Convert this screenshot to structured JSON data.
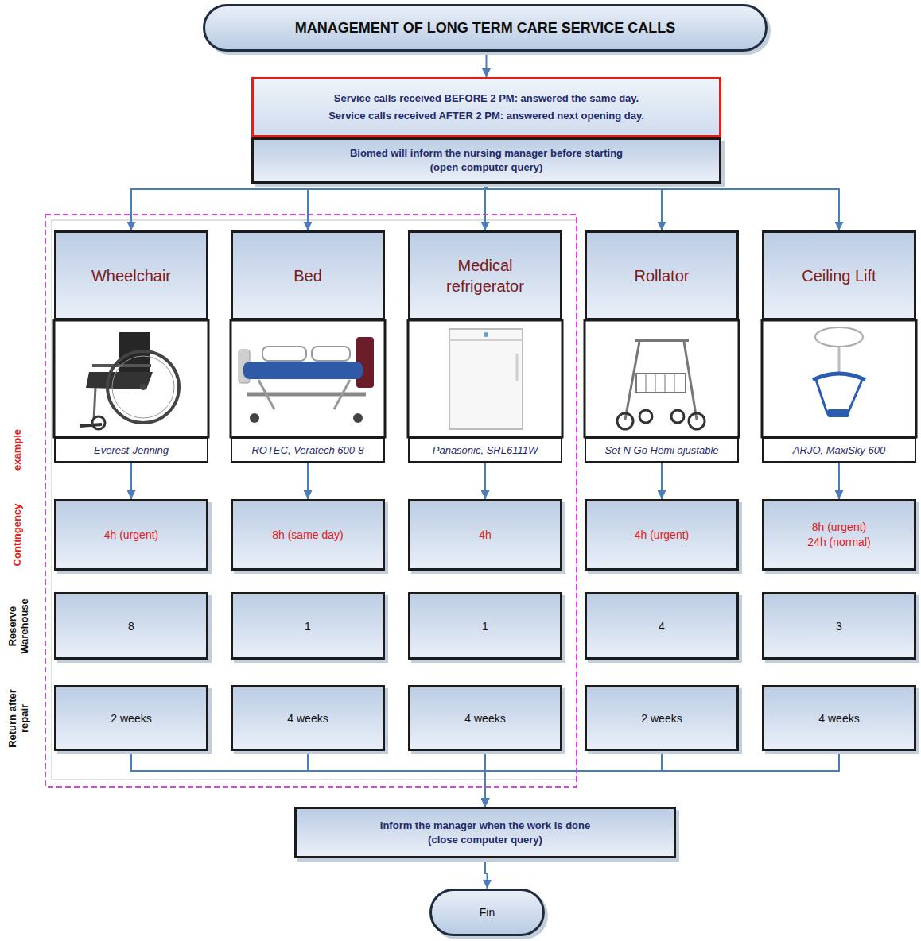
{
  "diagram": {
    "nodes": [
      {
        "text": [
          "MANAGEMENT OF LONG TERM CARE SERVICE CALLS"
        ]
      },
      {
        "text": [
          "Service calls received BEFORE 2 PM: answered the same day.",
          "Service calls received AFTER 2 PM: answered next opening day."
        ]
      },
      {
        "text": [
          "Biomed will inform the nursing manager before starting (open computer query)"
        ]
      },
      {
        "text": [
          "Wheelchair"
        ]
      },
      {
        "text": [
          "Bed"
        ]
      },
      {
        "text": [
          "Medical refrigerator"
        ]
      },
      {
        "text": [
          "Rollator"
        ]
      },
      {
        "text": [
          "Ceiling Lift"
        ]
      },
      {
        "text": [
          "Everest-Jenning"
        ]
      },
      {
        "text": [
          "ROTEC, Veratech 600-8"
        ]
      },
      {
        "text": [
          "Panasonic, SRL6111W"
        ]
      },
      {
        "text": [
          "Set N Go Hemi ajustable"
        ]
      },
      {
        "text": [
          "ARJO, MaxiSky 600"
        ]
      },
      {
        "text": [
          "4h (urgent)"
        ]
      },
      {
        "text": [
          "8h (same day)"
        ]
      },
      {
        "text": [
          "4h"
        ]
      },
      {
        "text": [
          "4h (urgent)"
        ]
      },
      {
        "text": [
          "8h (urgent) 24h (normal)"
        ]
      },
      {
        "text": [
          "8"
        ]
      },
      {
        "text": [
          "1"
        ]
      },
      {
        "text": [
          "1"
        ]
      },
      {
        "text": [
          "4"
        ]
      },
      {
        "text": [
          "3"
        ]
      },
      {
        "text": [
          "2 weeks"
        ]
      },
      {
        "text": [
          "4 weeks"
        ]
      },
      {
        "text": [
          "4 weeks"
        ]
      },
      {
        "text": [
          "2 weeks"
        ]
      },
      {
        "text": [
          "4 weeks"
        ]
      },
      {
        "text": [
          "Inform the manager when the work is done (close computer query)"
        ]
      },
      {
        "text": [
          "Fin"
        ]
      }
    ],
    "edges": [
      {
        "from": 0,
        "to": 1,
        "arrow": "to"
      },
      {
        "from": 2,
        "to": 3,
        "arrow": "to"
      },
      {
        "from": 2,
        "to": 4,
        "arrow": "to"
      },
      {
        "from": 2,
        "to": 5,
        "arrow": "to"
      },
      {
        "from": 2,
        "to": 6,
        "arrow": "to"
      },
      {
        "from": 2,
        "to": 7,
        "arrow": "to"
      },
      {
        "from": 8,
        "to": 13,
        "arrow": "to"
      },
      {
        "from": 9,
        "to": 14,
        "arrow": "to"
      },
      {
        "from": 10,
        "to": 15,
        "arrow": "to"
      },
      {
        "from": 11,
        "to": 16,
        "arrow": "to"
      },
      {
        "from": 12,
        "to": 17,
        "arrow": "to"
      },
      {
        "from": 23,
        "to": 28,
        "arrow": "to"
      },
      {
        "from": 24,
        "to": 28,
        "arrow": "to"
      },
      {
        "from": 25,
        "to": 28,
        "arrow": "to"
      },
      {
        "from": 26,
        "to": 28,
        "arrow": "to"
      },
      {
        "from": 27,
        "to": 28,
        "arrow": "to"
      },
      {
        "from": 28,
        "to": 29,
        "arrow": "to"
      }
    ],
    "labels": [
      "example",
      "Contingency",
      "Reserve Warehouse",
      "Return after repair"
    ]
  }
}
